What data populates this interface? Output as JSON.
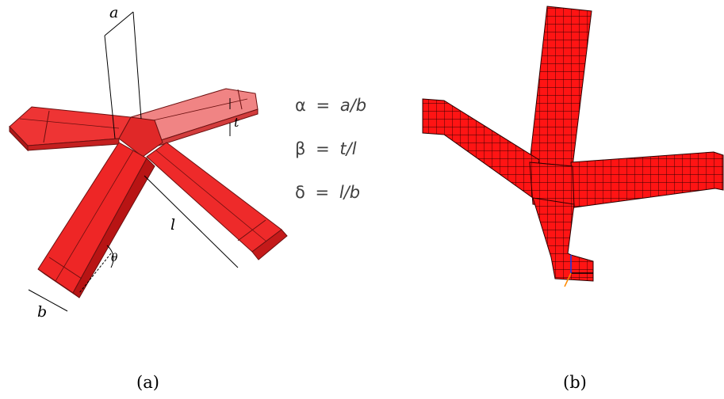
{
  "panel_a": {
    "dimension_labels": {
      "a": "a",
      "t": "t",
      "l": "l",
      "theta": "θ",
      "b": "b"
    },
    "equations": [
      {
        "lhs": "α",
        "eq": "=",
        "rhs": "a/b"
      },
      {
        "lhs": "β",
        "eq": "=",
        "rhs": "t/l"
      },
      {
        "lhs": "δ",
        "eq": "=",
        "rhs": "l/b"
      }
    ],
    "caption": "(a)",
    "colors": {
      "fill_light": "#f08080",
      "fill_dark": "#ee2a2a",
      "edge": "#6b1010"
    }
  },
  "panel_b": {
    "caption": "(b)",
    "colors": {
      "mesh_fill": "#ff1414",
      "mesh_line": "#2a0000"
    }
  }
}
